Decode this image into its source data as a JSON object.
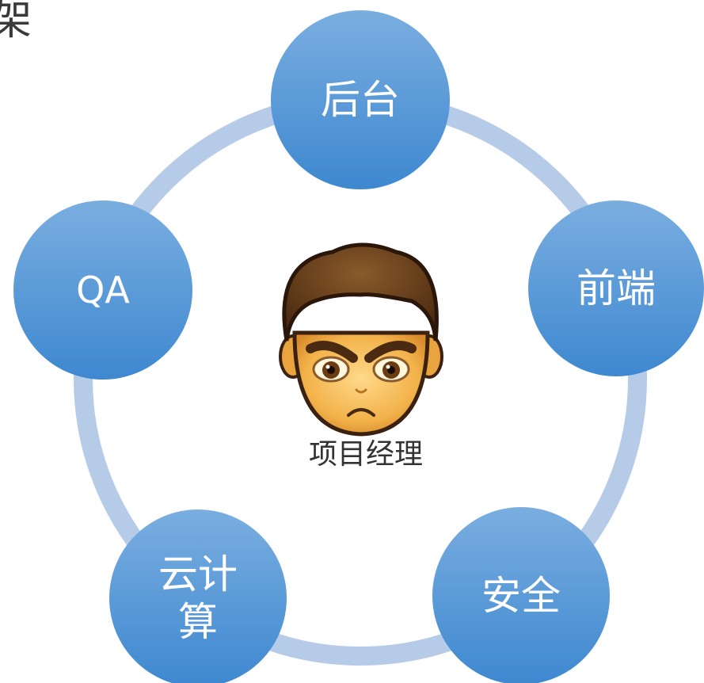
{
  "corner_text": "架",
  "center": {
    "label": "项目经理",
    "icon": "angry-boy-face-icon"
  },
  "nodes": [
    {
      "id": "backend",
      "lines": [
        "后台"
      ]
    },
    {
      "id": "frontend",
      "lines": [
        "前端"
      ]
    },
    {
      "id": "security",
      "lines": [
        "安全"
      ]
    },
    {
      "id": "cloud",
      "lines": [
        "云计",
        "算"
      ]
    },
    {
      "id": "qa",
      "lines": [
        "QA"
      ]
    }
  ],
  "colors": {
    "node_fill_top": "#7aaee0",
    "node_fill_bottom": "#3e88d0",
    "ring": "#b5cbe8",
    "node_text": "#ffffff",
    "center_text": "#333333"
  }
}
